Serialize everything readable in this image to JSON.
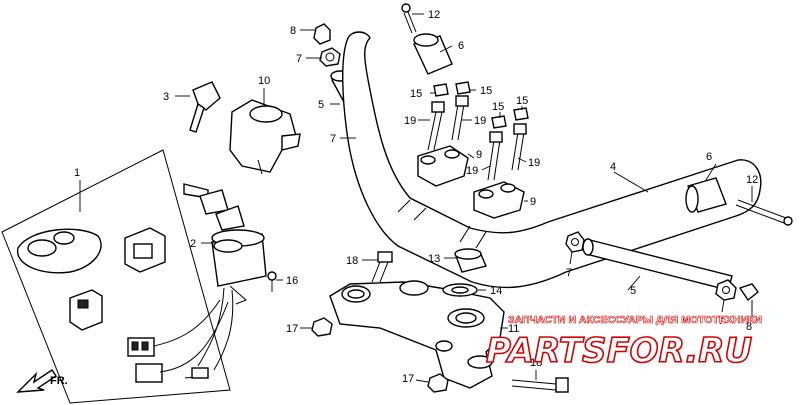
{
  "callouts": {
    "c1": "1",
    "c2": "2",
    "c3": "3",
    "c4": "4",
    "c5a": "5",
    "c5b": "5",
    "c6a": "6",
    "c6b": "6",
    "c7a": "7",
    "c7b": "7",
    "c7c": "7",
    "c7d": "7",
    "c8a": "8",
    "c8b": "8",
    "c9a": "9",
    "c9b": "9",
    "c10": "10",
    "c11": "11",
    "c12a": "12",
    "c12b": "12",
    "c13": "13",
    "c14": "14",
    "c15a": "15",
    "c15b": "15",
    "c15c": "15",
    "c15d": "15",
    "c16": "16",
    "c17a": "17",
    "c17b": "17",
    "c18a": "18",
    "c18b": "18",
    "c19a": "19",
    "c19b": "19",
    "c19c": "19",
    "c19d": "19"
  },
  "front_indicator": "FR.",
  "watermark": {
    "caption": "ЗАПЧАСТИ И АКСЕССУАРЫ ДЛЯ МОТОТЕХНИКИ",
    "logo": "PARTSFOR.RU"
  },
  "colors": {
    "line": "#000000",
    "watermark": "#d40000",
    "background": "#ffffff"
  }
}
